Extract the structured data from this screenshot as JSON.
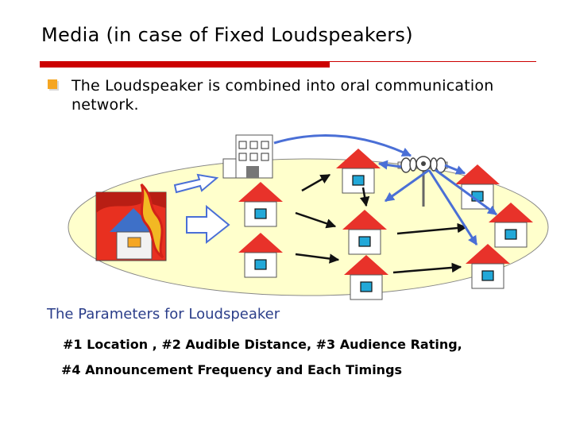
{
  "slide": {
    "title": "Media  (in case of Fixed Loudspeakers)",
    "bullet": "The Loudspeaker is combined into oral communication network.",
    "parameters_heading": "The Parameters for Loudspeaker",
    "parameters_line1": "#1  Location ,  #2  Audible Distance,   #3  Audience Rating,",
    "parameters_line2": "#4  Announcement Frequency and Each Timings"
  },
  "colors": {
    "accent_red": "#cc0000",
    "bullet_orange": "#f5a623",
    "area_fill": "#ffffcc",
    "roof_red": "#e8322a",
    "window_cyan": "#22a8d8",
    "signal_arrow_blue": "#4a6fd6",
    "fire": "#e83020",
    "heading_blue": "#2b3e8a"
  },
  "icons": [
    "building-icon",
    "loudspeaker-tower-icon",
    "house-icon",
    "burning-house-icon",
    "arrow-icon"
  ]
}
